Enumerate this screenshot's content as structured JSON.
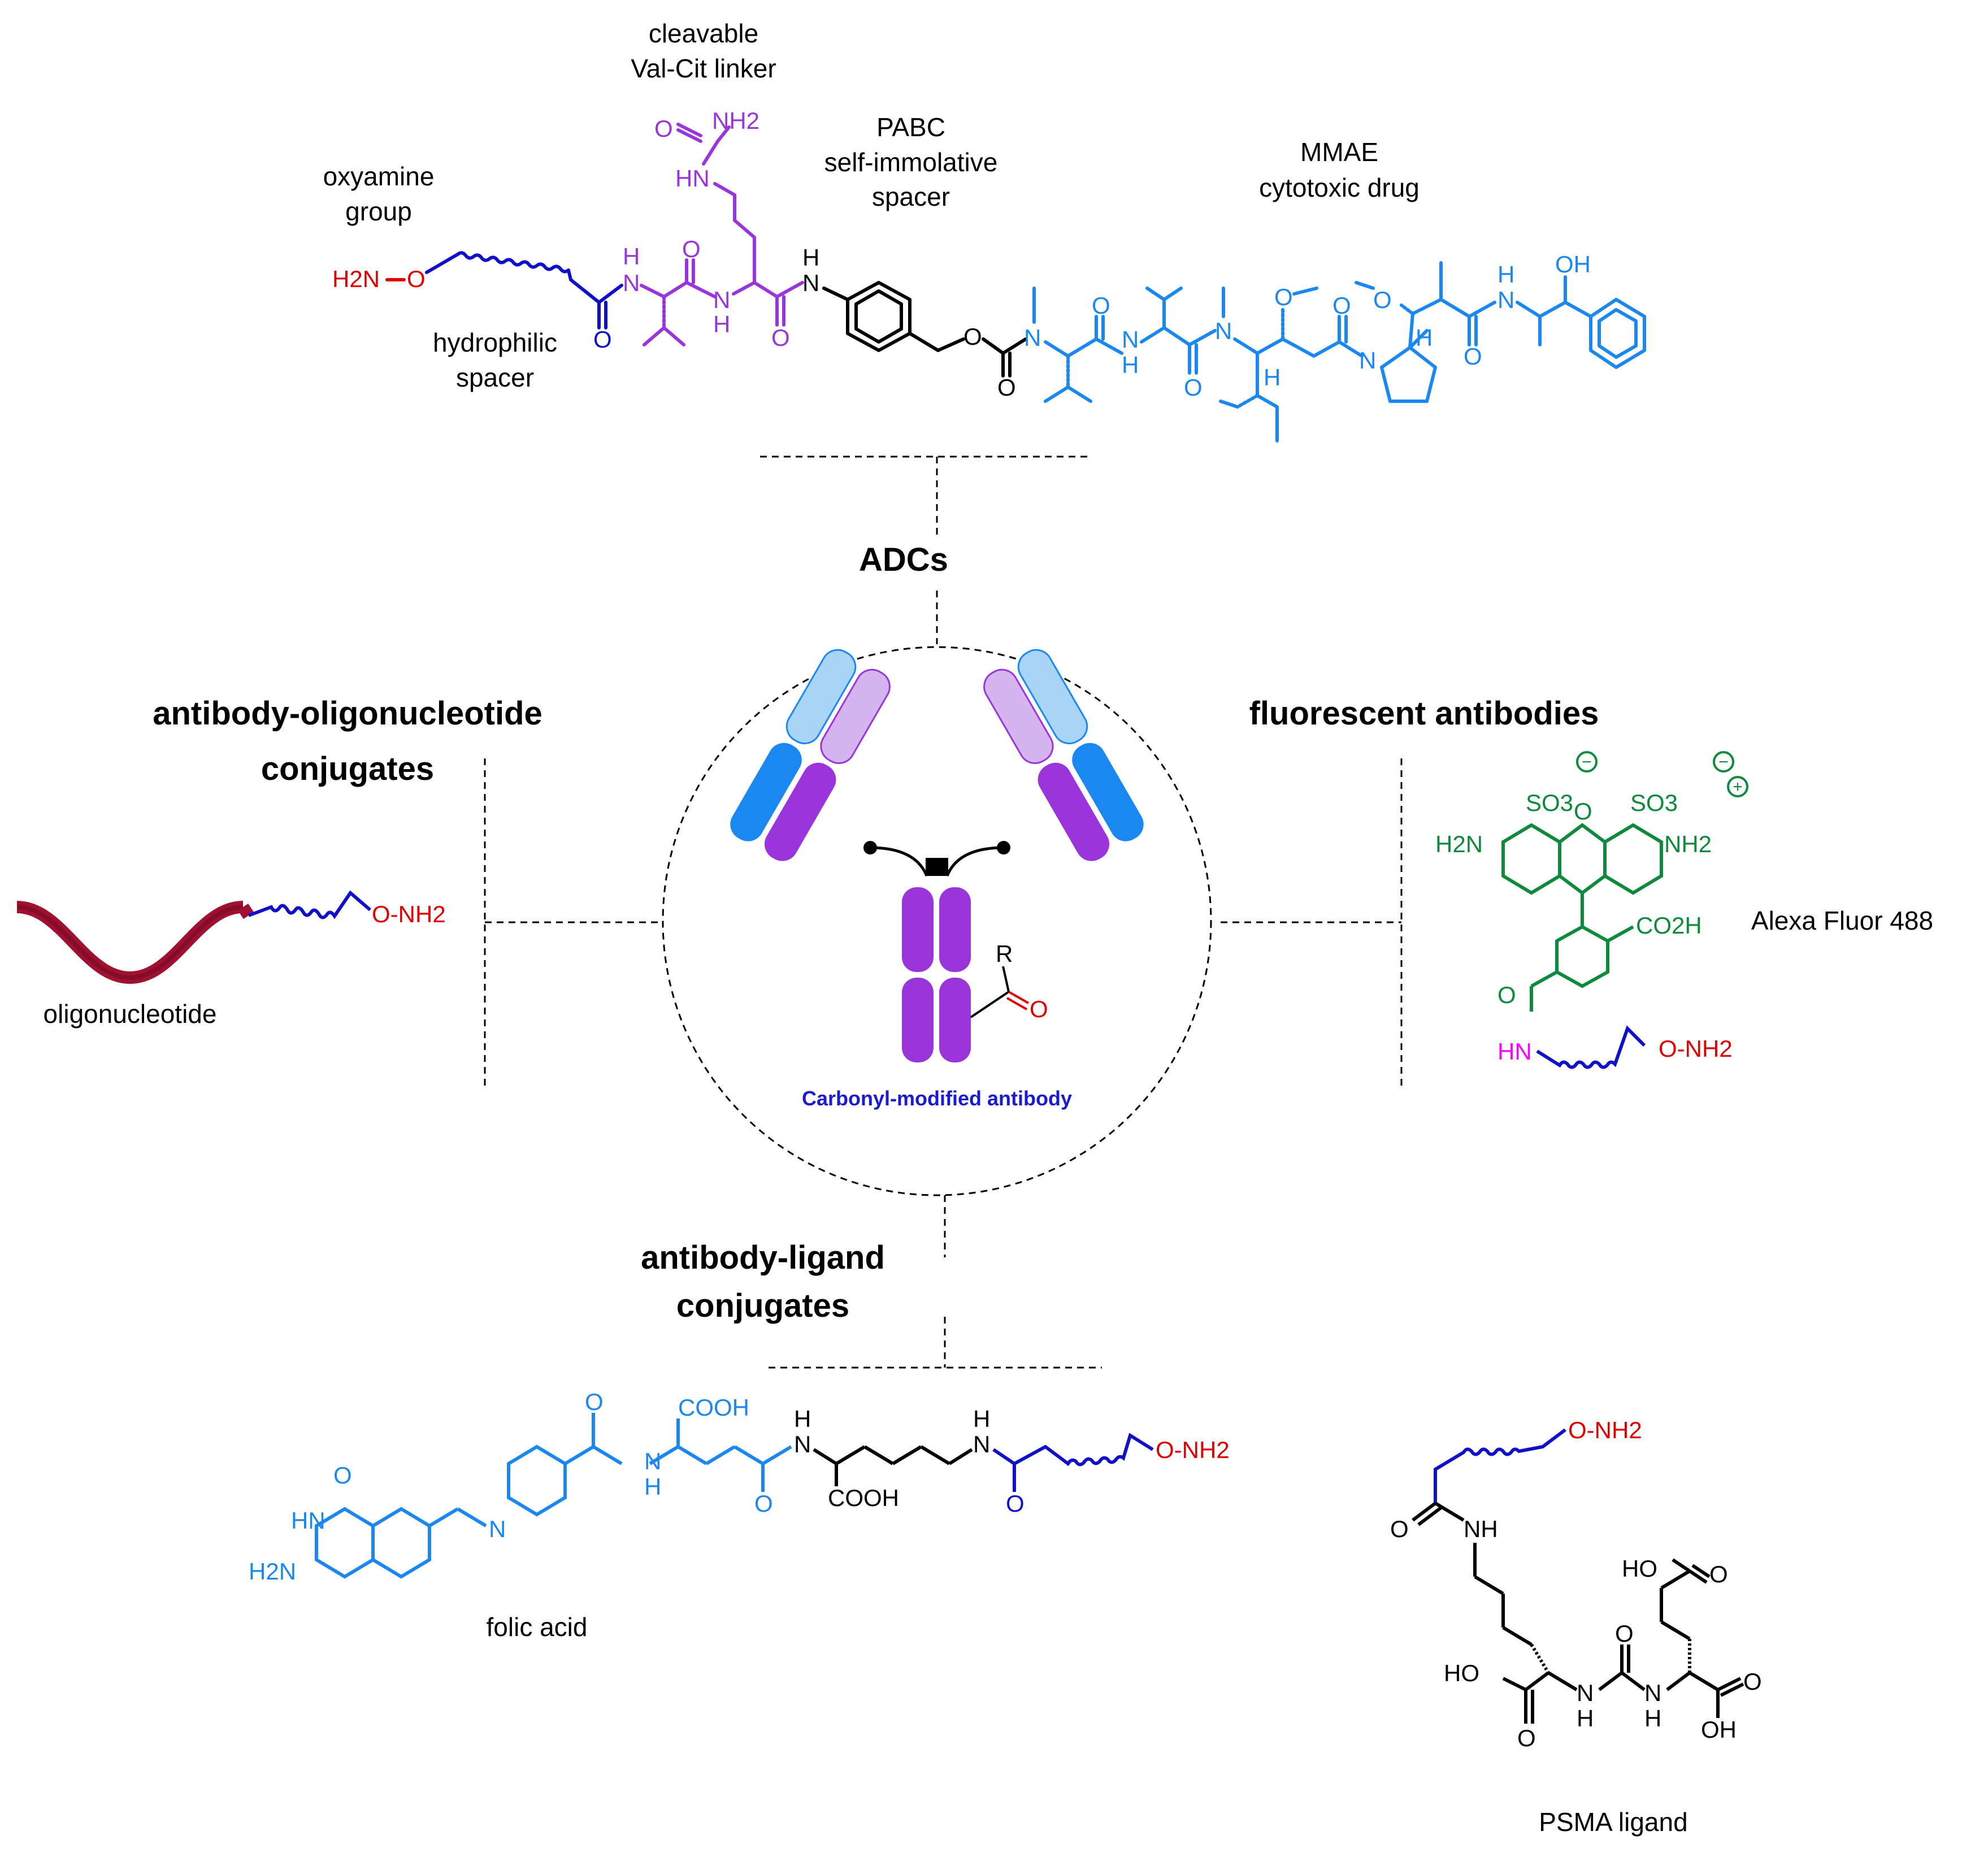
{
  "colors": {
    "oxyamine": "#e00000",
    "spacer": "#1010c8",
    "valcit": "#9a35dc",
    "pabc": "#000000",
    "mmae": "#1a88f0",
    "folate": "#1a88f0",
    "alexa": "#0e8a3c",
    "amide_nh": "#ff00ff",
    "oligo": "#a01030",
    "caption": "#1a1ad2"
  },
  "headings": {
    "adcs": "ADCs",
    "aoc_line1": "antibody-oligonucleotide",
    "aoc_line2": "conjugates",
    "fluor": "fluorescent antibodies",
    "alc_line1": "antibody-ligand",
    "alc_line2": "conjugates"
  },
  "labels": {
    "cleavable_1": "cleavable",
    "cleavable_2": "Val-Cit linker",
    "pabc_1": "PABC",
    "pabc_2": "self-immolative",
    "pabc_3": "spacer",
    "mmae_1": "MMAE",
    "mmae_2": "cytotoxic drug",
    "oxyamine_1": "oxyamine",
    "oxyamine_2": "group",
    "hydrophilic_1": "hydrophilic",
    "hydrophilic_2": "spacer",
    "oligonucleotide": "oligonucleotide",
    "alexa_fluor": "Alexa Fluor 488",
    "folic_acid": "folic acid",
    "psma_ligand": "PSMA ligand",
    "antibody_caption": "Carbonyl-modified antibody"
  },
  "atoms": {
    "H": "H",
    "HN": "HN",
    "NH": "NH",
    "N": "N",
    "O": "O",
    "OH": "OH",
    "HO": "HO",
    "H2N": "H2N",
    "NH2": "NH2",
    "ONH2": "O-NH2",
    "R": "R",
    "COOH": "COOH",
    "CO2H": "CO2H",
    "SO3": "SO3",
    "minus": "−",
    "plus": "+"
  }
}
